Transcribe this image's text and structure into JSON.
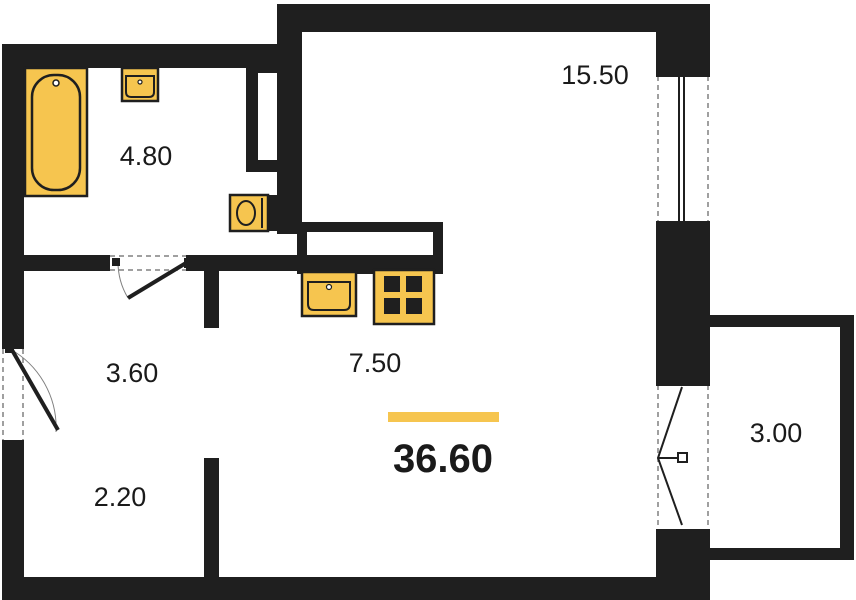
{
  "plan": {
    "total_area": "36.60",
    "rooms": [
      {
        "id": "living",
        "area": "15.50"
      },
      {
        "id": "bathroom",
        "area": "4.80"
      },
      {
        "id": "hall",
        "area": "3.60"
      },
      {
        "id": "kitchen",
        "area": "7.50"
      },
      {
        "id": "storage",
        "area": "2.20"
      },
      {
        "id": "balcony",
        "area": "3.00"
      }
    ]
  },
  "colors": {
    "wall": "#1f1f1f",
    "fixture_fill": "#f6c54f",
    "accent_bar": "#f6c54f",
    "background": "#ffffff"
  }
}
